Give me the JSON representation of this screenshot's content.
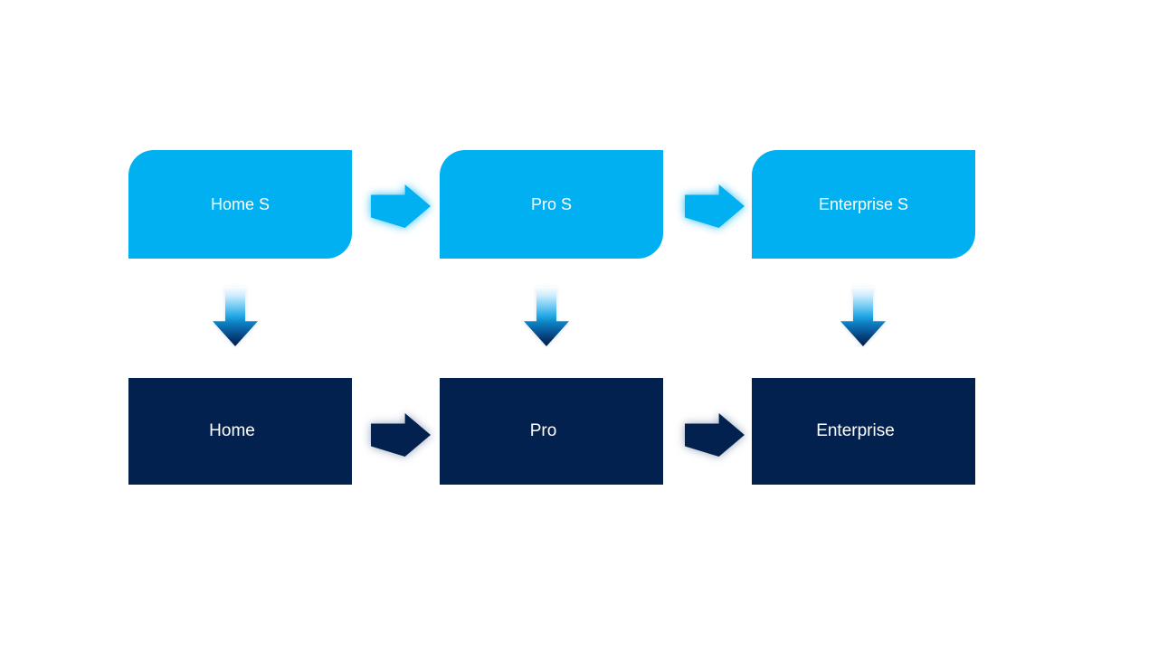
{
  "diagram": {
    "background_color": "#FFFFFF",
    "palette": {
      "top_node_fill": "#00B0F0",
      "bottom_node_fill": "#03214E",
      "label_color": "#FFFFFF",
      "down_arrow_gradient_top": "#FDFEFF",
      "down_arrow_gradient_bottom": "#031E49"
    },
    "top_row": {
      "nodes": [
        {
          "label": "Home S"
        },
        {
          "label": "Pro S"
        },
        {
          "label": "Enterprise S"
        }
      ]
    },
    "bottom_row": {
      "nodes": [
        {
          "label": "Home"
        },
        {
          "label": "Pro"
        },
        {
          "label": "Enterprise"
        }
      ]
    },
    "arrows": {
      "top_horizontal": [
        {
          "from": "Home S",
          "to": "Pro S",
          "direction": "right"
        },
        {
          "from": "Pro S",
          "to": "Enterprise S",
          "direction": "right"
        }
      ],
      "bottom_horizontal": [
        {
          "from": "Home",
          "to": "Pro",
          "direction": "right"
        },
        {
          "from": "Pro",
          "to": "Enterprise",
          "direction": "right"
        }
      ],
      "vertical": [
        {
          "from": "Home S",
          "to": "Home",
          "direction": "down"
        },
        {
          "from": "Pro S",
          "to": "Pro",
          "direction": "down"
        },
        {
          "from": "Enterprise S",
          "to": "Enterprise",
          "direction": "down"
        }
      ]
    }
  }
}
